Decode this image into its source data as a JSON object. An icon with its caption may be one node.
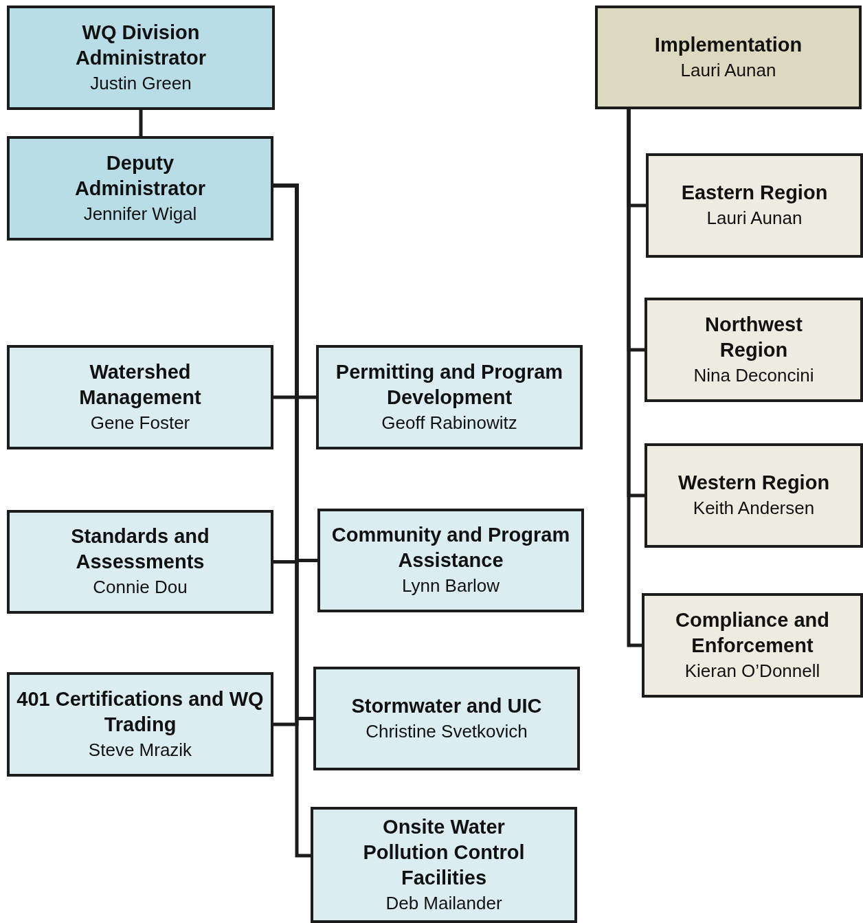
{
  "diagram": {
    "nodes": [
      {
        "text": [
          "WQ Division Administrator",
          "Justin Green"
        ]
      },
      {
        "text": [
          "Deputy Administrator",
          "Jennifer Wigal"
        ]
      },
      {
        "text": [
          "Watershed Management",
          "Gene Foster"
        ]
      },
      {
        "text": [
          "Permitting and Program Development",
          "Geoff Rabinowitz"
        ]
      },
      {
        "text": [
          "Standards and Assessments",
          "Connie Dou"
        ]
      },
      {
        "text": [
          "Community and Program Assistance",
          "Lynn Barlow"
        ]
      },
      {
        "text": [
          "401 Certifications and WQ Trading",
          "Steve Mrazik"
        ]
      },
      {
        "text": [
          "Stormwater and UIC",
          "Christine Svetkovich"
        ]
      },
      {
        "text": [
          "Onsite Water Pollution Control Facilities",
          "Deb Mailander"
        ]
      },
      {
        "text": [
          "Implementation",
          "Lauri Aunan"
        ]
      },
      {
        "text": [
          "Eastern Region",
          "Lauri Aunan"
        ]
      },
      {
        "text": [
          "Northwest Region",
          "Nina Deconcini"
        ]
      },
      {
        "text": [
          "Western Region",
          "Keith Andersen"
        ]
      },
      {
        "text": [
          "Compliance and Enforcement",
          "Kieran O’Donnell"
        ]
      }
    ],
    "edges": [
      {
        "from": 0,
        "to": 1,
        "arrow": "none"
      },
      {
        "from": 1,
        "to": 2,
        "arrow": "none"
      },
      {
        "from": 1,
        "to": 3,
        "arrow": "none"
      },
      {
        "from": 1,
        "to": 4,
        "arrow": "none"
      },
      {
        "from": 1,
        "to": 5,
        "arrow": "none"
      },
      {
        "from": 1,
        "to": 6,
        "arrow": "none"
      },
      {
        "from": 1,
        "to": 7,
        "arrow": "none"
      },
      {
        "from": 1,
        "to": 8,
        "arrow": "none"
      },
      {
        "from": 9,
        "to": 10,
        "arrow": "none"
      },
      {
        "from": 9,
        "to": 11,
        "arrow": "none"
      },
      {
        "from": 9,
        "to": 12,
        "arrow": "none"
      },
      {
        "from": 9,
        "to": 13,
        "arrow": "none"
      }
    ]
  }
}
